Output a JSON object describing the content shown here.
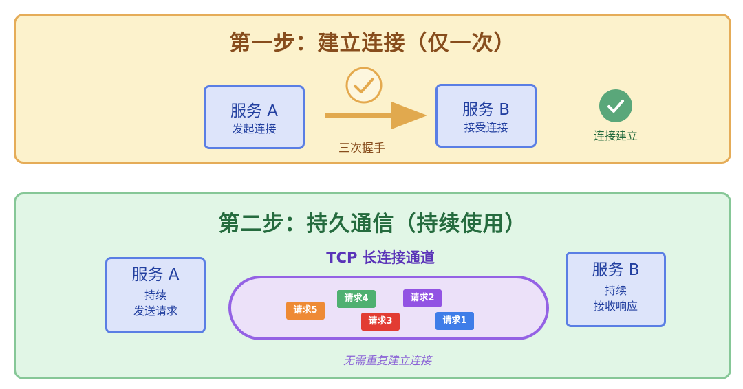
{
  "step1": {
    "title": "第一步：建立连接（仅一次）",
    "service_a": {
      "name": "服务 A",
      "desc": "发起连接"
    },
    "service_b": {
      "name": "服务 B",
      "desc": "接受连接"
    },
    "handshake_label": "三次握手",
    "established_label": "连接建立",
    "icons": [
      "check-circle-icon",
      "arrow-right-icon",
      "check-badge-icon"
    ]
  },
  "step2": {
    "title": "第二步：持久通信（持续使用）",
    "service_a": {
      "name": "服务 A",
      "line1": "持续",
      "line2": "发送请求"
    },
    "service_b": {
      "name": "服务 B",
      "line1": "持续",
      "line2": "接收响应"
    },
    "tunnel_title": "TCP 长连接通道",
    "tunnel_note": "无需重复建立连接",
    "requests": [
      {
        "label": "请求5",
        "color": "#ee8a35"
      },
      {
        "label": "请求4",
        "color": "#4fb071"
      },
      {
        "label": "请求3",
        "color": "#e23c33"
      },
      {
        "label": "请求2",
        "color": "#9253e3"
      },
      {
        "label": "请求1",
        "color": "#3f7de8"
      }
    ]
  },
  "colors": {
    "step1_bg": "#fcf2cc",
    "step1_border": "#e5ac58",
    "step2_bg": "#e1f6e6",
    "step2_border": "#86c797",
    "service_bg": "#dde4fa",
    "service_border": "#5a7ee4",
    "tunnel_border": "#9462e4",
    "arrow": "#e1a94e",
    "badge": "#5aa77a"
  }
}
